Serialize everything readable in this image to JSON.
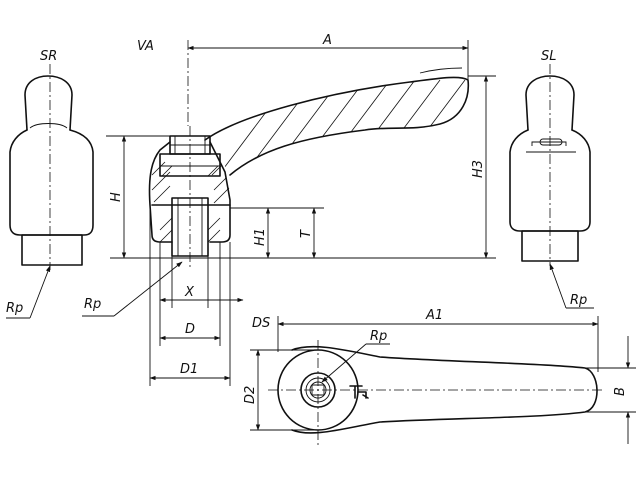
{
  "labels": {
    "sr": "SR",
    "sl": "SL",
    "va": "VA",
    "a": "A",
    "a1": "A1",
    "h": "H",
    "h1": "H1",
    "h3": "H3",
    "t": "T",
    "x": "X",
    "d": "D",
    "d1": "D1",
    "d2": "D2",
    "ds": "DS",
    "b": "B",
    "rp_left": "Rp",
    "rp_mid": "Rp",
    "rp_top": "Rp",
    "rp_right": "Rp"
  },
  "colors": {
    "ink": "#111111",
    "paper": "#ffffff"
  }
}
